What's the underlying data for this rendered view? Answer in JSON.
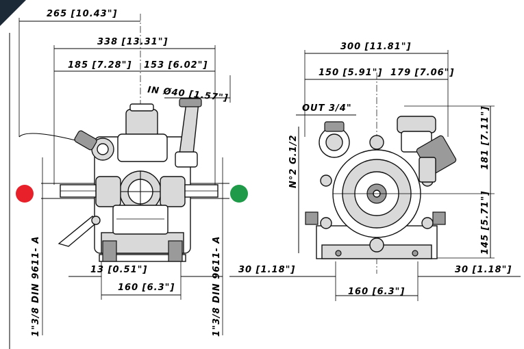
{
  "dimensions": {
    "overall_left": "265 [10.43\"]",
    "width_front": "338 [13.31\"]",
    "left_of_center": "185 [7.28\"]",
    "right_of_center": "153 [6.02\"]",
    "inlet": "IN Ø40 [1.57\"]",
    "foot_offset": "13 [0.51\"]",
    "foot_spacing_front": "160 [6.3\"]",
    "shaft_left": "1\"3/8 DIN 9611- A",
    "shaft_right": "1\"3/8 DIN 9611- A",
    "width_side": "300 [11.81\"]",
    "side_left": "150 [5.91\"]",
    "side_right": "179 [7.06\"]",
    "outlet": "OUT 3/4\"",
    "outlet_2": "N°2 G.1/2",
    "height_upper": "181 [7.11\"]",
    "height_lower": "145 [5.71\"]",
    "foot_left_side": "30 [1.18\"]",
    "foot_right_side": "30 [1.18\"]",
    "foot_spacing_side": "160 [6.3\"]"
  },
  "markers": {
    "left_color": "#e8202a",
    "right_color": "#1f9a48"
  }
}
